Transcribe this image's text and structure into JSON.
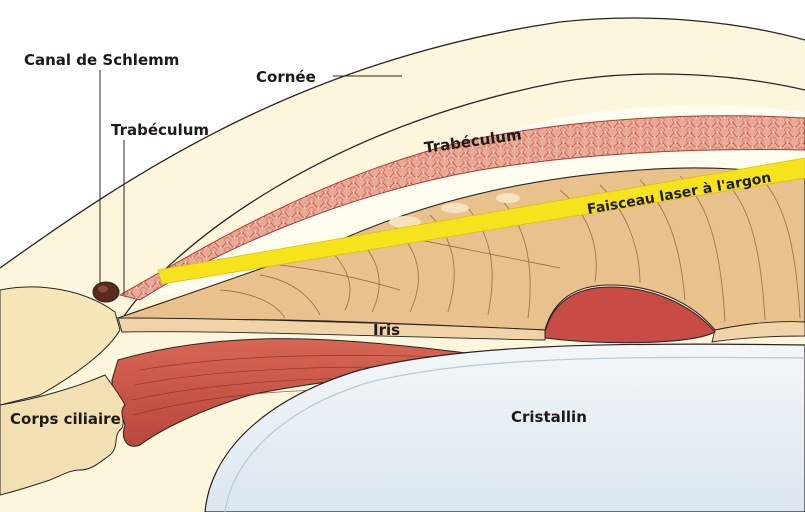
{
  "figure": {
    "labels": {
      "schlemm": "Canal de Schlemm",
      "trabeculum_left": "Trabéculum",
      "cornea": "Cornée",
      "trabeculum_band": "Trabéculum",
      "laser": "Faisceau laser à l'argon",
      "iris": "Iris",
      "ciliary": "Corps ciliaire",
      "lens": "Cristallin"
    },
    "colors": {
      "background": "#ffffff",
      "cornea_fill": "#fbf6dc",
      "iris_tan": "#e8c18d",
      "iris_dark": "#c99660",
      "trabeculum": "#e5a391",
      "laser": "#f6e31c",
      "ciliary": "#cf5748",
      "lens": "#e7eef3",
      "outline": "#2a2422"
    }
  }
}
